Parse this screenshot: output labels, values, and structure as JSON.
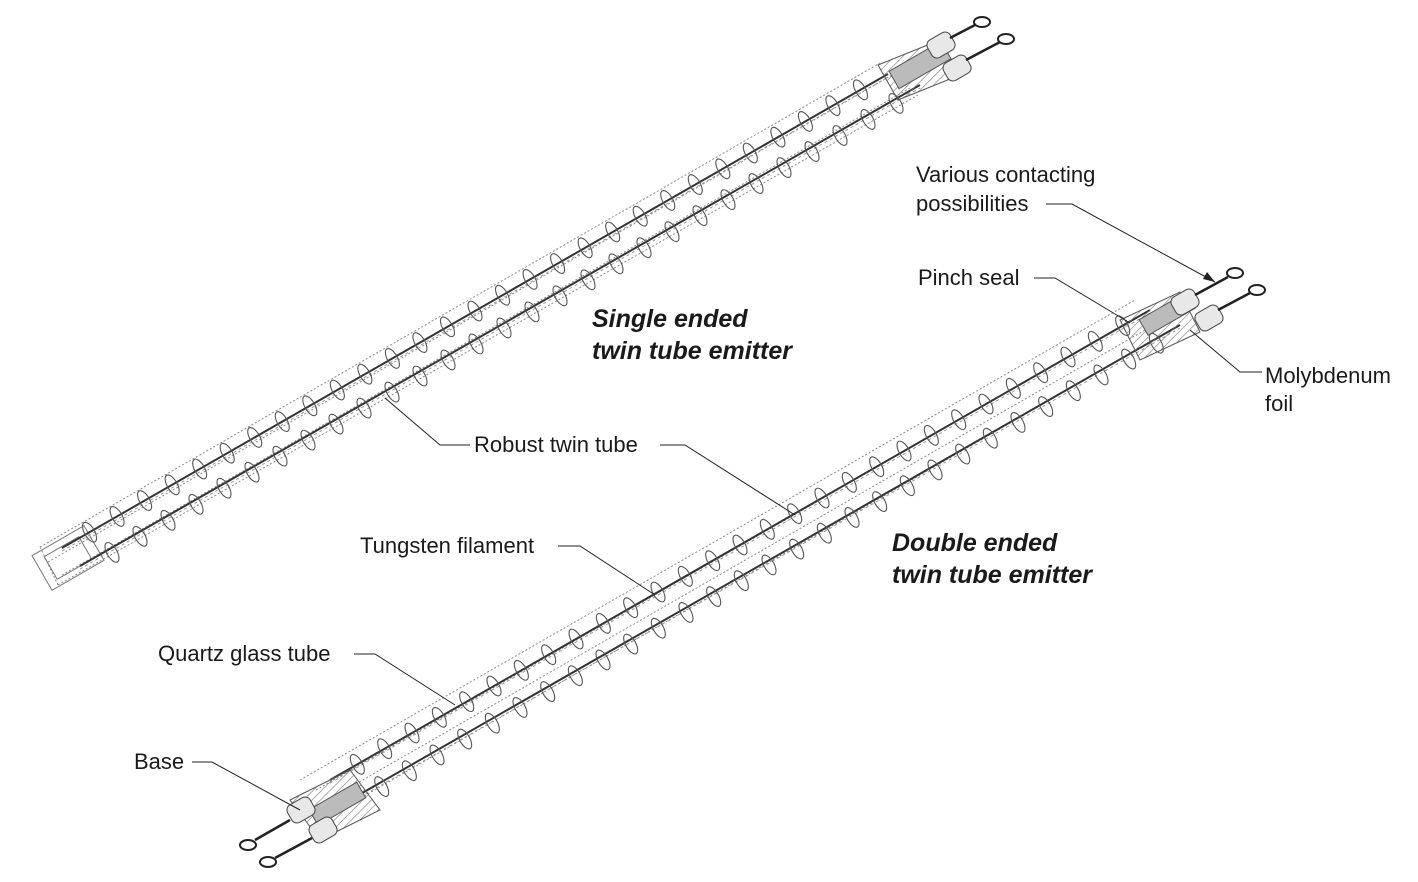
{
  "titles": {
    "single_line1": "Single ended",
    "single_line2": "twin tube emitter",
    "double_line1": "Double ended",
    "double_line2": "twin tube emitter"
  },
  "labels": {
    "various_line1": "Various contacting",
    "various_line2": "possibilities",
    "pinch_seal": "Pinch seal",
    "molybdenum_line1": "Molybdenum",
    "molybdenum_line2": "foil",
    "robust_twin_tube": "Robust twin tube",
    "tungsten_filament": "Tungsten filament",
    "quartz_glass_tube": "Quartz glass tube",
    "base": "Base"
  }
}
